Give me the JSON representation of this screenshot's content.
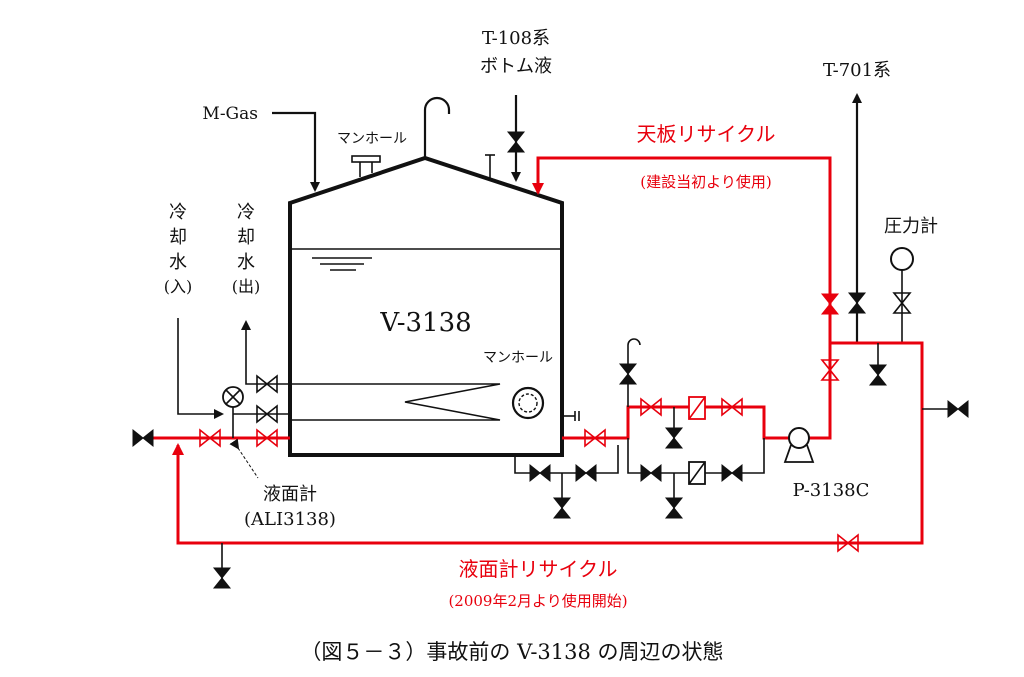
{
  "caption": "（図５－３）事故前の V-3138 の周辺の状態",
  "vessel": {
    "name": "V-3138",
    "manhole_top": "マンホール",
    "manhole_side": "マンホール"
  },
  "inlets": {
    "t108": [
      "T-108系",
      "ボトム液"
    ],
    "mgas": "M-Gas",
    "t701": "T-701系",
    "cooling_in": [
      "冷",
      "却",
      "水",
      "(入)"
    ],
    "cooling_out": [
      "冷",
      "却",
      "水",
      "(出)"
    ]
  },
  "instruments": {
    "pressure_gauge": "圧力計",
    "level_gauge": [
      "液面計",
      "(ALI3138)"
    ]
  },
  "pump": "P-3138C",
  "recycles": {
    "roof": {
      "title": "天板リサイクル",
      "note": "(建設当初より使用)"
    },
    "level": {
      "title": "液面計リサイクル",
      "note": "(2009年2月より使用開始)"
    }
  },
  "colors": {
    "process_line": "#111111",
    "recycle_line": "#e8000d"
  }
}
